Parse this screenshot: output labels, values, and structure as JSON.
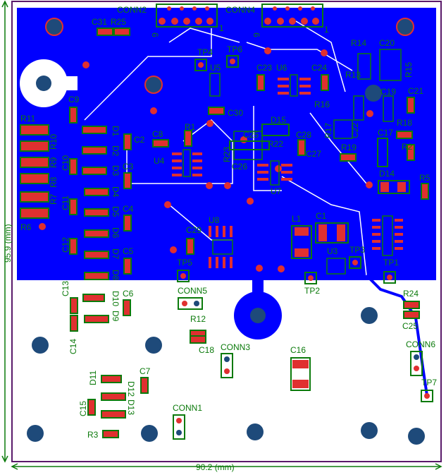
{
  "board": {
    "width_label": "90.2 (mm)",
    "height_label": "95.9 (mm)"
  },
  "colors": {
    "copper": "#0000ff",
    "board_bg": "#ffffff",
    "outline": "#5a1a6a",
    "silkscreen": "#0b7a0b",
    "pad": "#e03030",
    "hole": "#1e4a7a"
  },
  "designators": {
    "conn1": "CONN1",
    "conn2": "CONN2",
    "conn3": "CONN3",
    "conn4": "CONN4",
    "conn5": "CONN5",
    "conn6": "CONN6",
    "c1": "C1",
    "c2": "C2",
    "c3": "C3",
    "c4": "C4",
    "c5": "C5",
    "c6": "C6",
    "c7": "C7",
    "c8": "C8",
    "c9": "C9",
    "c10": "C10",
    "c11": "C11",
    "c12": "C12",
    "c13": "C13",
    "c14": "C14",
    "c15": "C15",
    "c16": "C16",
    "c17": "C17",
    "c18": "C18",
    "c19": "C19",
    "c20": "C20",
    "c21": "C21",
    "c22": "C22",
    "c23": "C23",
    "c24": "C24",
    "c25": "C25",
    "c26": "C26",
    "c27": "C27",
    "c28": "C28",
    "c29": "C29",
    "c30": "C30",
    "c31": "C31",
    "r1": "R1",
    "r2": "R2",
    "r3": "R3",
    "r5": "R5",
    "r6": "R6",
    "r7": "R7",
    "r8": "R8",
    "r9": "R9",
    "r10": "R10",
    "r11": "R11",
    "r12": "R12",
    "r13": "R13",
    "r14": "R14",
    "r15": "R15",
    "r16": "R16",
    "r17": "R17",
    "r18": "R18",
    "r19": "R19",
    "r22": "R22",
    "r23": "R23",
    "r24": "R24",
    "r25": "R25",
    "d1": "D1",
    "d2": "D2",
    "d3": "D3",
    "d4": "D4",
    "d5": "D5",
    "d6": "D6",
    "d7": "D7",
    "d8": "D8",
    "d9": "D9",
    "d10": "D10",
    "d11": "D11",
    "d12": "D12",
    "d13": "D13",
    "d14": "D14",
    "d15": "D15",
    "u3": "U3",
    "u4": "U4",
    "u5": "U5",
    "u6": "U6",
    "u7": "U7",
    "u8": "U8",
    "l1": "L1",
    "tp1": "TP1",
    "tp2": "TP2",
    "tp3": "TP3",
    "tp4": "TP4",
    "tp5": "TP5",
    "tp6": "TP6",
    "tp7": "TP7"
  },
  "pin_marks": {
    "conn2_left": "6",
    "conn2_right": "1",
    "conn4_left": "6",
    "conn4_right": "1"
  }
}
